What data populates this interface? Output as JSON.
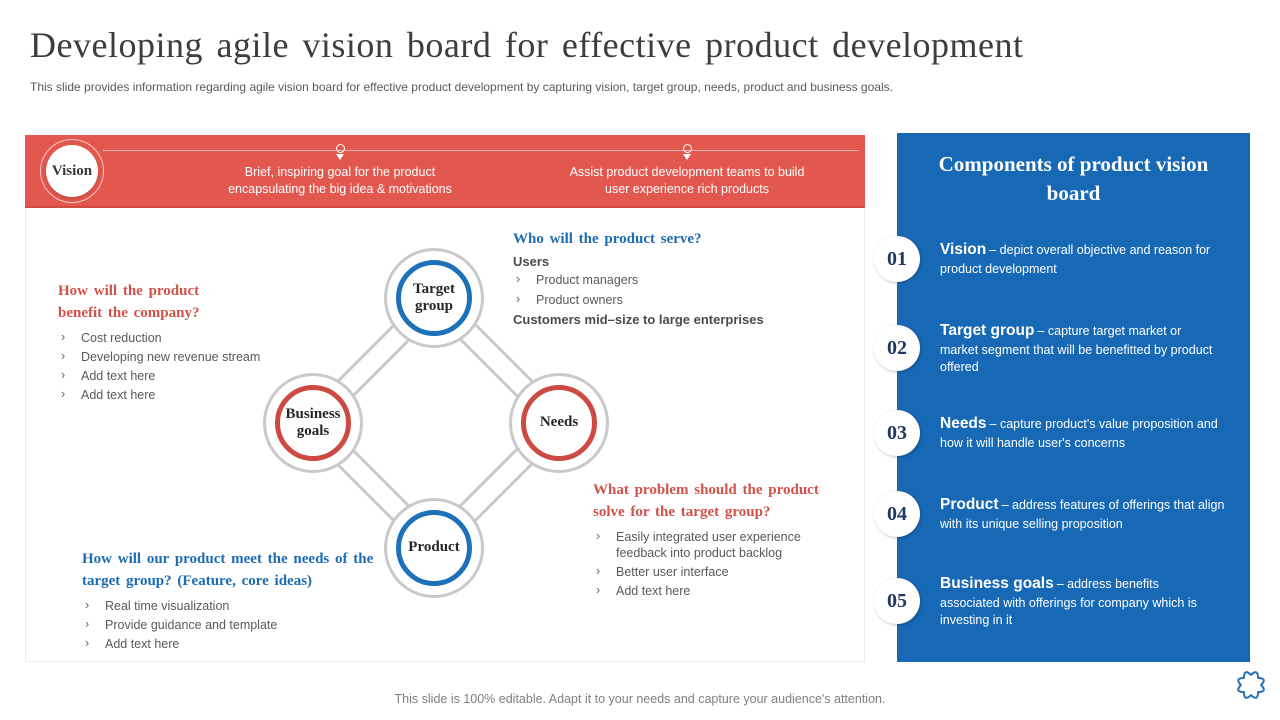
{
  "slide": {
    "title": "Developing agile vision board for effective product development",
    "subtitle": "This slide provides information regarding agile vision board for effective product development by capturing vision, target group, needs, product and business goals.",
    "footer": "This slide is 100% editable. Adapt it to your needs and capture your audience's attention."
  },
  "banner": {
    "badge": "Vision",
    "notes": [
      {
        "line1": "Brief, inspiring goal for the product",
        "line2": "encapsulating the big idea & motivations"
      },
      {
        "line1": "Assist product development  teams to build",
        "line2": "user experience  rich products"
      }
    ]
  },
  "diagram": {
    "nodes": {
      "target": {
        "label": "Target group",
        "color": "blue"
      },
      "business": {
        "label": "Business goals",
        "color": "red"
      },
      "needs": {
        "label": "Needs",
        "color": "red"
      },
      "product": {
        "label": "Product",
        "color": "blue"
      }
    },
    "blocks": {
      "benefit": {
        "heading": "How will the product benefit the company?",
        "items": [
          "Cost reduction",
          "Developing new revenue stream",
          "Add text here",
          "Add text here"
        ]
      },
      "serve": {
        "heading": "Who will the product serve?",
        "sub1": "Users",
        "items": [
          "Product managers",
          "Product owners"
        ],
        "sub2": "Customers mid–size to large enterprises"
      },
      "problem": {
        "heading": "What problem should the product solve for the target group?",
        "items": [
          "Easily integrated user experience feedback into product backlog",
          "Better user interface",
          "Add text here"
        ]
      },
      "meet": {
        "heading": "How will our product meet the needs of the target group? (Feature, core ideas)",
        "items": [
          "Real time visualization",
          "Provide guidance and template",
          "Add text here"
        ]
      }
    }
  },
  "panel": {
    "title": "Components of product vision board",
    "items": [
      {
        "num": "01",
        "term": "Vision",
        "desc": "– depict overall objective and reason for product development"
      },
      {
        "num": "02",
        "term": "Target group",
        "desc": "– capture target market or market segment that will be benefitted by product offered"
      },
      {
        "num": "03",
        "term": "Needs",
        "desc": "– capture product's value proposition and how it will handle user's concerns"
      },
      {
        "num": "04",
        "term": "Product",
        "desc": "– address features of offerings that align with its unique selling proposition"
      },
      {
        "num": "05",
        "term": "Business goals",
        "desc": "– address benefits associated with offerings for company which is investing in it"
      }
    ]
  },
  "colors": {
    "banner_red": "#e3584e",
    "ring_red": "#cd4a43",
    "ring_blue": "#1d71b8",
    "panel_blue": "#1869b5",
    "heading_red": "#d0524a",
    "heading_blue": "#1b6cb3",
    "connector_gray": "#c9c9c9"
  }
}
